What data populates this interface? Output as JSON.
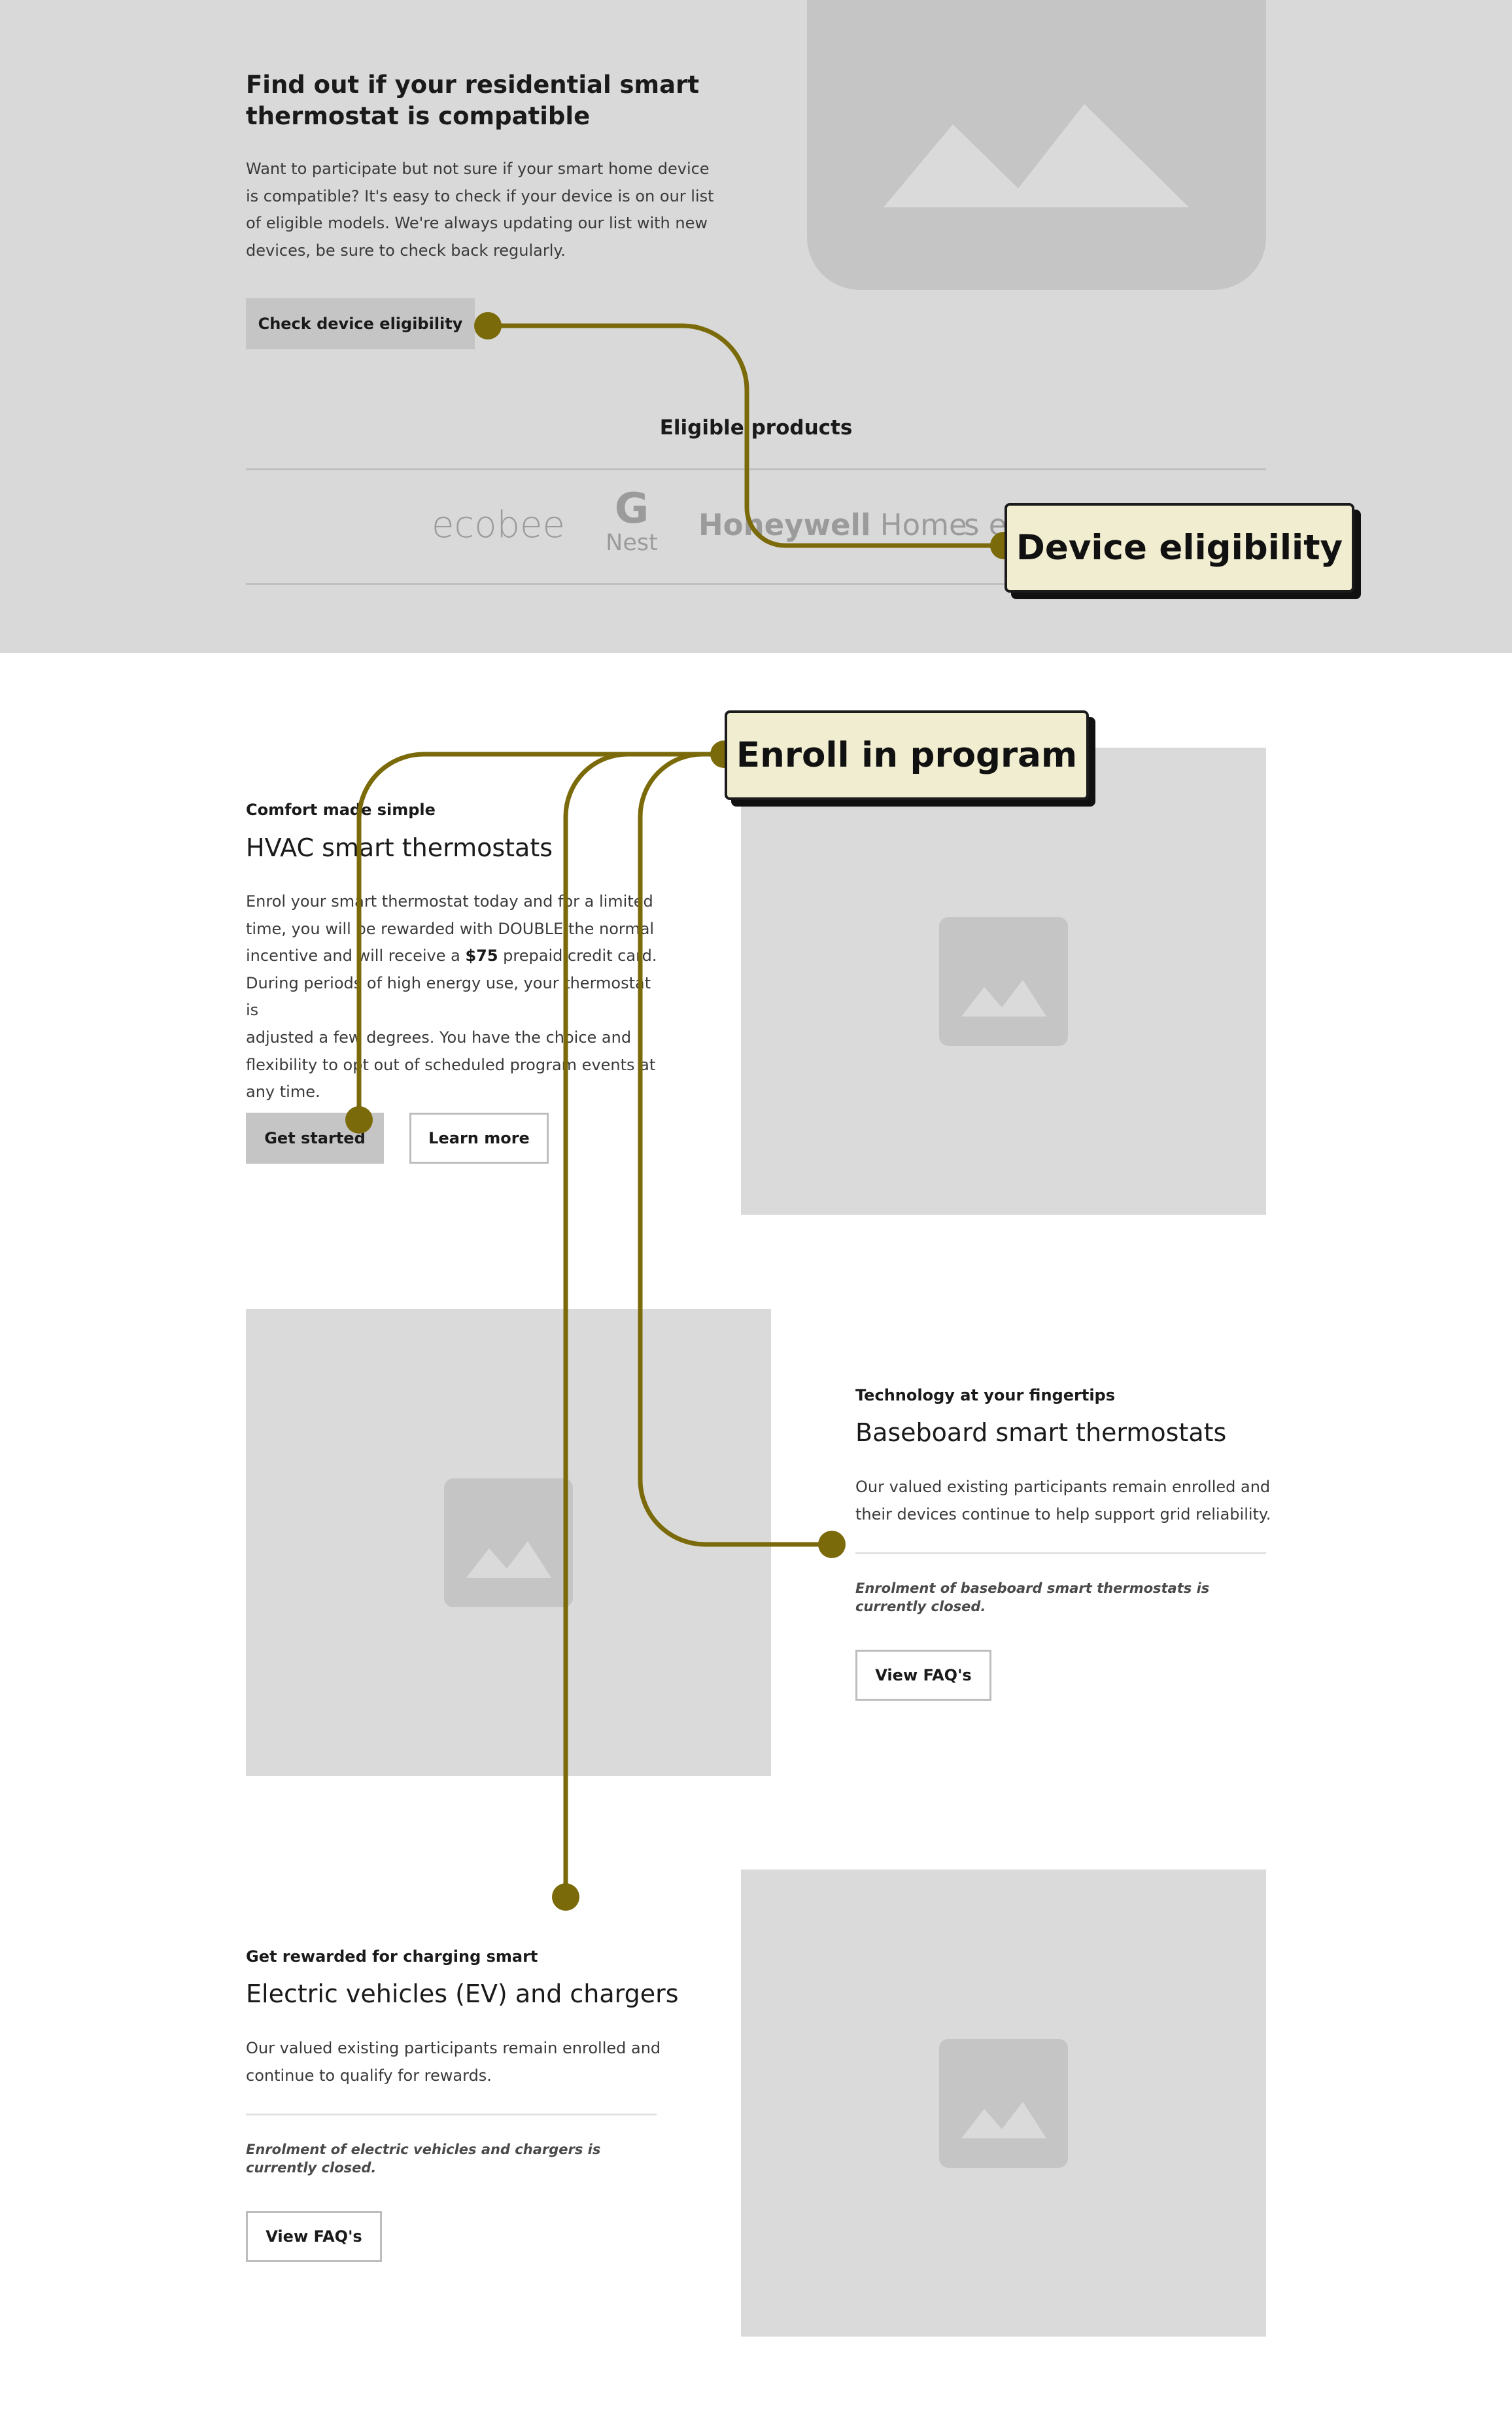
{
  "colors": {
    "connector": "#7b6a0a",
    "label_bg": "#f1edd0",
    "top_band": "#d9d9d9",
    "placeholder": "#dadada"
  },
  "eligibility": {
    "title_line1": "Find out if your residential smart",
    "title_line2": "thermostat is compatible",
    "body_lines": [
      "Want to participate but not sure if your smart home device",
      "is compatible? It's easy to check if your device is on our list",
      "of eligible models. We're always updating our list with new",
      "devices, be sure to check back regularly."
    ],
    "button": "Check device eligibility",
    "products_heading": "Eligible products",
    "logos": {
      "ecobee": "ecobee",
      "nest_g": "G",
      "nest": "Nest",
      "honeywell": "Honeywell",
      "home": "Home",
      "partial": "s e"
    }
  },
  "annotations": {
    "device_eligibility": "Device eligibility",
    "enroll": "Enroll in program"
  },
  "hvac": {
    "eyebrow": "Comfort made simple",
    "title": "HVAC smart thermostats",
    "body_lines": [
      "Enrol your smart thermostat today and for a limited",
      "time, you will be rewarded with DOUBLE the normal",
      [
        "incentive and will receive a ",
        "$75",
        " prepaid credit card."
      ],
      "During periods of high energy use, your thermostat is",
      "adjusted a few degrees. You have the choice and",
      "flexibility to opt out of scheduled program events at",
      "any time."
    ],
    "primary_button": "Get started",
    "secondary_button": "Learn more"
  },
  "baseboard": {
    "eyebrow": "Technology at your fingertips",
    "title": "Baseboard smart thermostats",
    "body_lines": [
      "Our valued existing participants remain enrolled and",
      "their devices continue to help support grid reliability."
    ],
    "note_lines": [
      "Enrolment of baseboard smart thermostats is",
      "currently closed."
    ],
    "button": "View FAQ's"
  },
  "ev": {
    "eyebrow": "Get rewarded for charging smart",
    "title": "Electric vehicles (EV) and chargers",
    "body_lines": [
      "Our valued existing participants remain enrolled and",
      "continue to qualify for rewards."
    ],
    "note_lines": [
      "Enrolment of electric vehicles and chargers is",
      "currently closed."
    ],
    "button": "View FAQ's"
  }
}
